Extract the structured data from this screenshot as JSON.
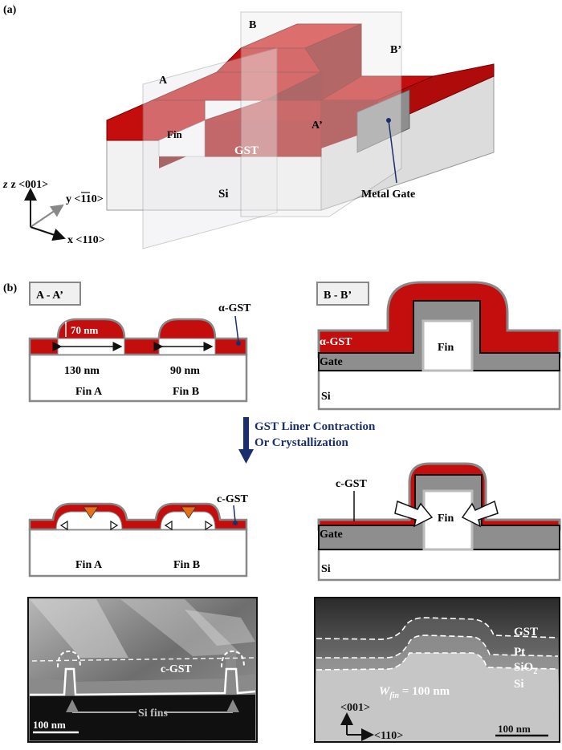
{
  "panel_a": {
    "label": "(a)",
    "plane_a": "A",
    "plane_a_prime": "A’",
    "plane_b": "B",
    "plane_b_prime": "B’",
    "fin": "Fin",
    "gst": "GST",
    "si": "Si",
    "metal_gate": "Metal Gate",
    "axis_z": "z <001>",
    "axis_y": "y <110>",
    "axis_x": "x <110>"
  },
  "panel_b": {
    "label": "(b)",
    "section_aa": "A - A’",
    "section_bb": "B - B’",
    "alpha_gst": "α-GST",
    "thickness": "70 nm",
    "width_a": "130 nm",
    "width_b": "90 nm",
    "fin_a": "Fin A",
    "fin_b": "Fin B",
    "gate": "Gate",
    "fin": "Fin",
    "si": "Si",
    "process_line1": "GST Liner Contraction",
    "process_line2": "Or Crystallization",
    "c_gst": "c-GST"
  },
  "sem_left": {
    "c_gst": "c-GST",
    "si_fins": "Si fins",
    "scale": "100 nm"
  },
  "sem_right": {
    "gst": "GST",
    "pt": "Pt",
    "sio2": "SiO",
    "sio2_sub": "2",
    "si": "Si",
    "w_fin": "W",
    "w_fin_sub": "fin",
    "w_fin_value": " = 100 nm",
    "axis_001": "<001>",
    "axis_110": "<110>",
    "scale": "100 nm"
  },
  "colors": {
    "gst_red": "#c40d0d",
    "gst_dark": "#800505",
    "gate_gray": "#8e8e8e",
    "navy": "#1a2f6b"
  }
}
